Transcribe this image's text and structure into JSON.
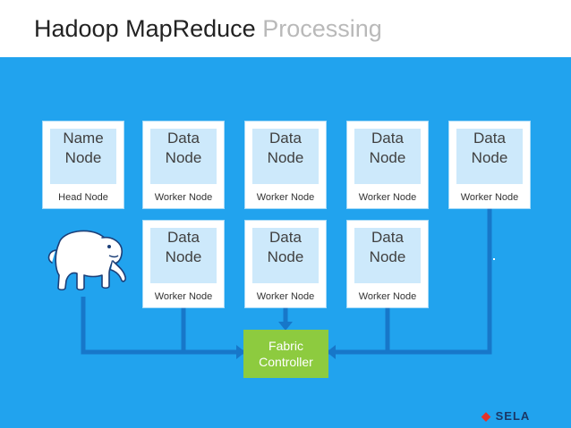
{
  "header": {
    "title_main": "Hadoop MapReduce",
    "title_accent": "Processing"
  },
  "nodes": [
    {
      "line1": "Name",
      "line2": "Node",
      "label": "Head Node"
    },
    {
      "line1": "Data",
      "line2": "Node",
      "label": "Worker Node"
    },
    {
      "line1": "Data",
      "line2": "Node",
      "label": "Worker Node"
    },
    {
      "line1": "Data",
      "line2": "Node",
      "label": "Worker Node"
    },
    {
      "line1": "Data",
      "line2": "Node",
      "label": "Worker Node"
    },
    {
      "line1": "Data",
      "line2": "Node",
      "label": "Worker Node"
    },
    {
      "line1": "Data",
      "line2": "Node",
      "label": "Worker Node"
    },
    {
      "line1": "Data",
      "line2": "Node",
      "label": "Worker Node"
    }
  ],
  "controller": {
    "line1": "Fabric",
    "line2": "Controller"
  },
  "branding": {
    "logo": "SELA"
  },
  "colors": {
    "background_panel": "#21a3ee",
    "connector": "#1777c9",
    "controller": "#8dcb3f",
    "node_inner": "#cde9fb"
  }
}
